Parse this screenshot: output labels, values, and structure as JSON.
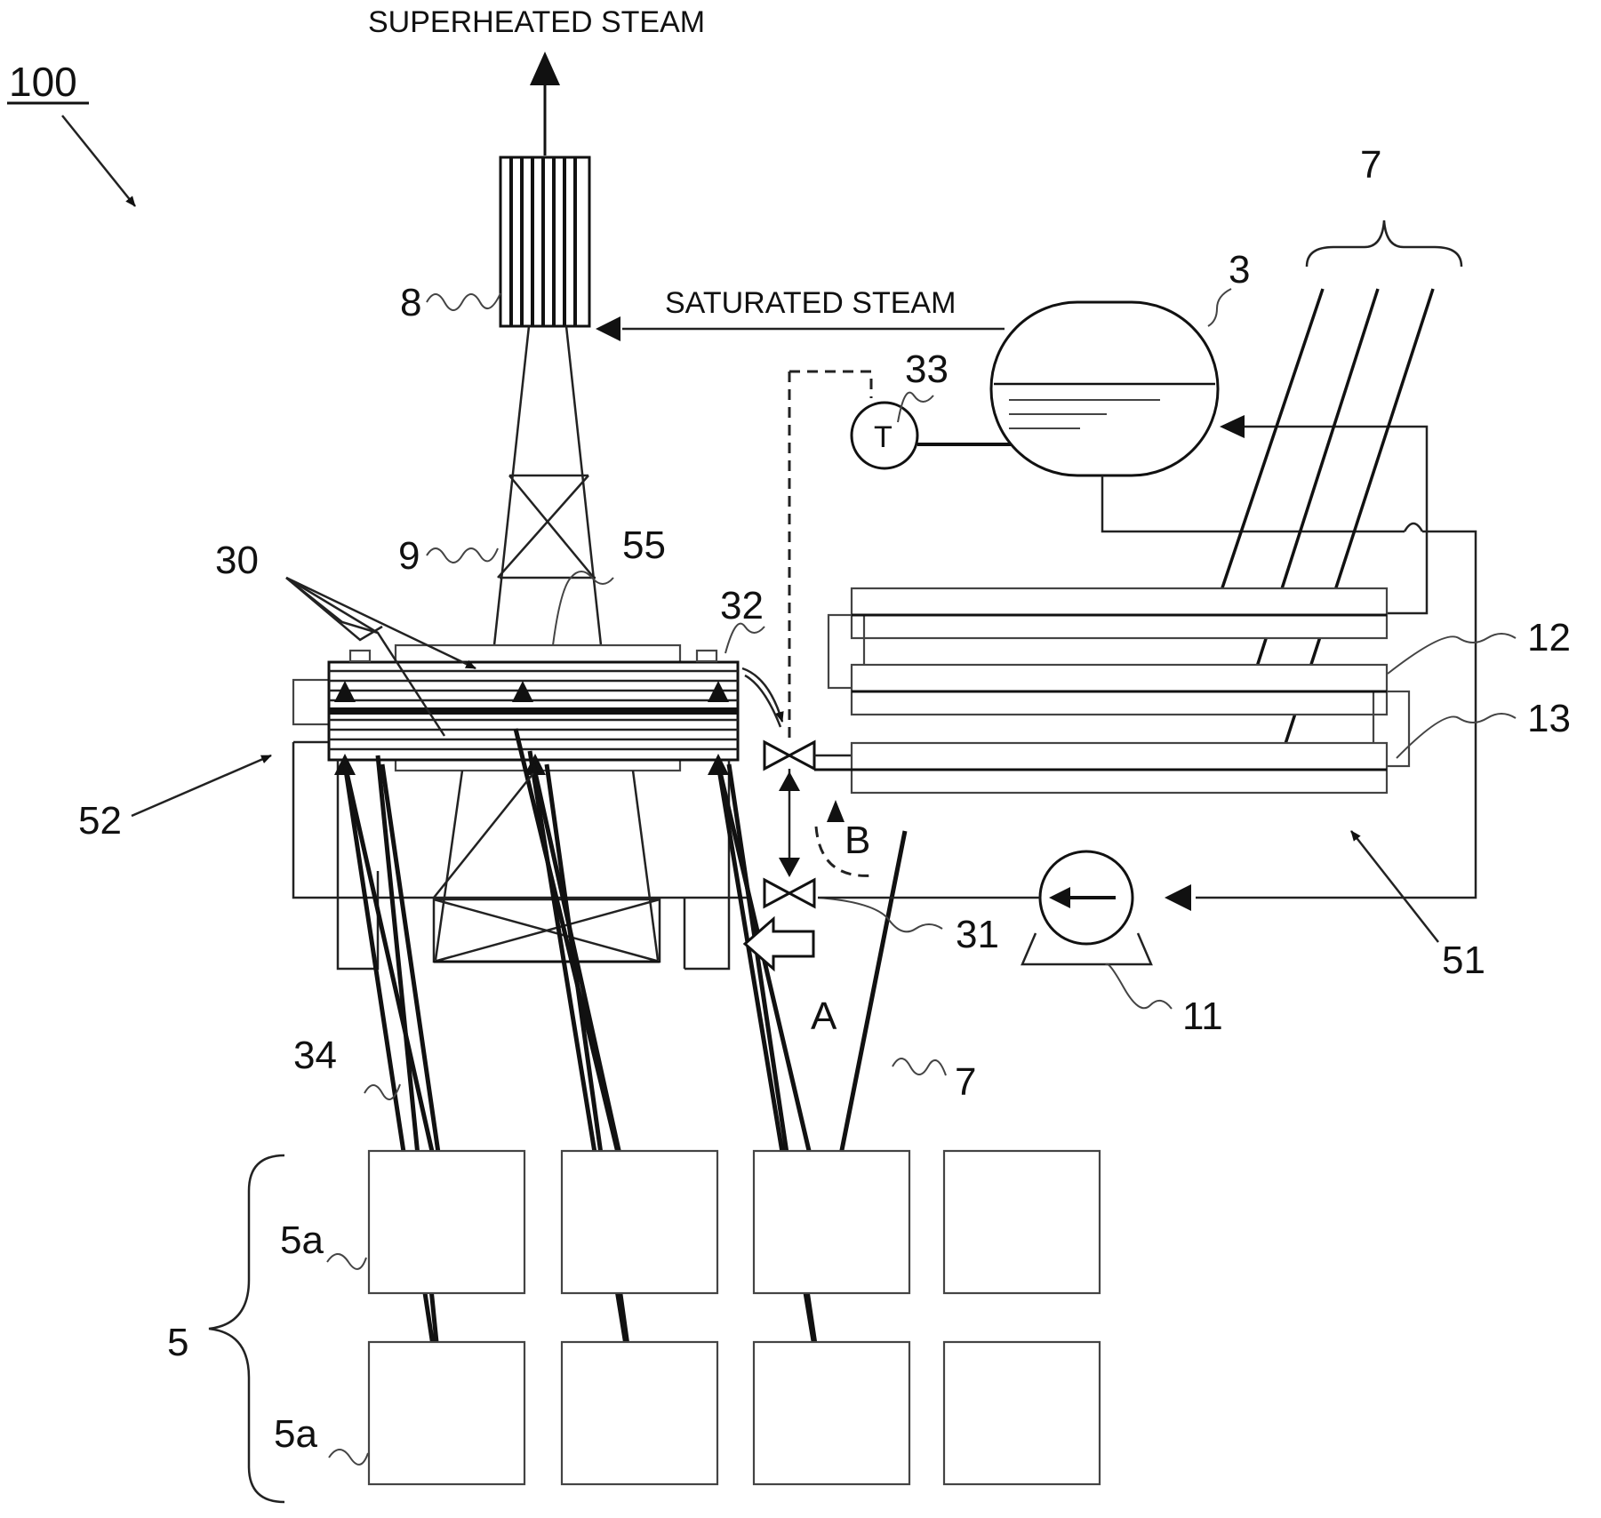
{
  "figure": {
    "figure_number": "100",
    "flows": {
      "superheated_steam": "SUPERHEATED STEAM",
      "saturated_steam": "SATURATED STEAM"
    },
    "labels": {
      "drum": "3",
      "heliostat_field": "5",
      "heliostat_upper": "5a",
      "heliostat_lower": "5a",
      "reflected_light_right": "7",
      "reflected_light_brace": "7",
      "superheater": "8",
      "tower": "9",
      "pump": "11",
      "receiver_tube_12": "12",
      "receiver_tube_13": "13",
      "heat_transfer_tubes": "30",
      "valve_31": "31",
      "valve_32": "32",
      "thermometer": "33",
      "reflected_light_left": "34",
      "evaporator_51": "51",
      "receiver_52": "52",
      "insulation_55": "55",
      "flow_a": "A",
      "flow_b": "B",
      "temp_symbol": "T"
    }
  }
}
